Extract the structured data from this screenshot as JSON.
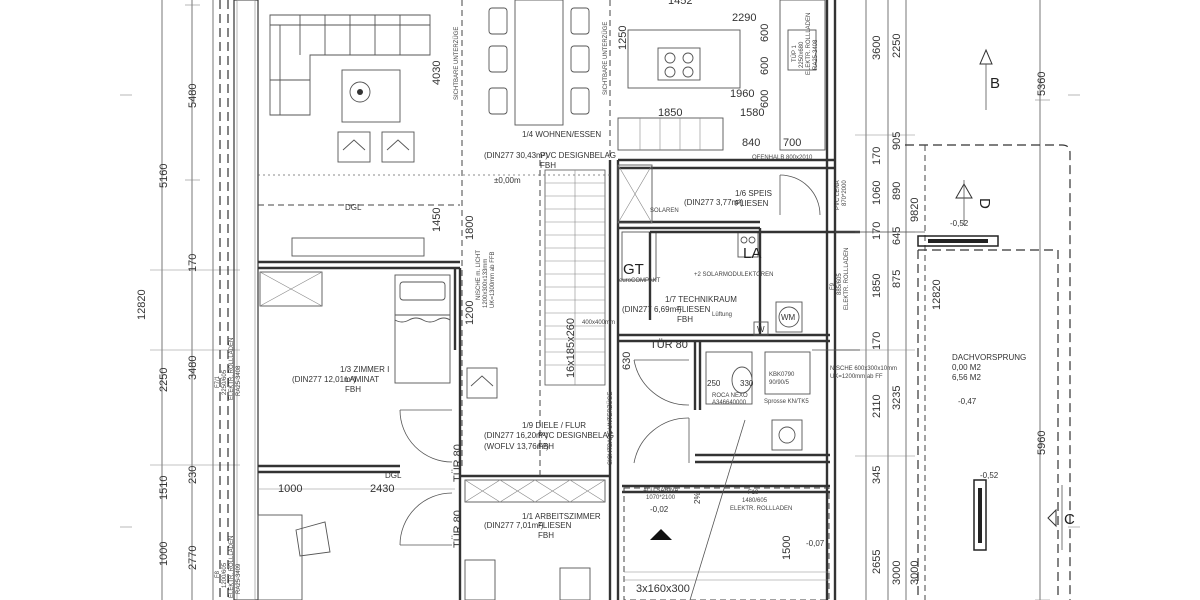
{
  "rooms": {
    "wohnen": {
      "name": "1/4  WOHNEN/ESSEN",
      "area": "(DIN277 30,43m²)",
      "floor": "PVC DESIGNBELAG",
      "heat": "FBH"
    },
    "speis": {
      "name": "1/6  SPEIS",
      "area": "(DIN277 3,77m²)",
      "floor": "FLIESEN"
    },
    "technik": {
      "name": "1/7  TECHNIKRAUM",
      "area": "(DIN277 6,69m²)",
      "floor": "FLIESEN",
      "heat": "FBH"
    },
    "zimmer": {
      "name": "1/3  ZIMMER I",
      "area": "(DIN277 12,01m²)",
      "floor": "LAMINAT",
      "heat": "FBH"
    },
    "diele": {
      "name": "1/9  DIELE / FLUR",
      "area": "(DIN277 16,20m²)",
      "floor": "PVC DESIGNBELAG",
      "wofl": "(WOFLV 13,76m²)",
      "heat": "FBH"
    },
    "arbeit": {
      "name": "1/1  ARBEITSZIMMER",
      "area": "(DIN277 7,01m²)",
      "floor": "FLIESEN",
      "heat": "FBH"
    },
    "dach": {
      "name": "DACHVORSPRUNG",
      "area1": "0,00 M2",
      "area2": "6,56 M2"
    }
  },
  "dims_left": [
    "5480",
    "5160",
    "12820",
    "170",
    "2250",
    "3480",
    "1510",
    "230",
    "2770",
    "1000"
  ],
  "dims_right": [
    "3600",
    "2250",
    "5360",
    "905",
    "170",
    "890",
    "1060",
    "9820",
    "170",
    "645",
    "875",
    "1850",
    "12820",
    "170",
    "3235",
    "2110",
    "345",
    "2655",
    "3000",
    "3000",
    "5960"
  ],
  "dims_inner": [
    "4030",
    "1450",
    "1800",
    "1200",
    "2290",
    "1960",
    "1580",
    "1850",
    "840",
    "700",
    "600",
    "600",
    "600",
    "1000",
    "2430",
    "630",
    "1500",
    "1250",
    "1452"
  ],
  "labels": {
    "level": "±0,00m",
    "dgl1": "DGL",
    "dgl2": "DGL",
    "tuer80_1": "TÜR 80",
    "tuer80_2": "TÜR 80",
    "tuer80_3": "TÜR 80",
    "stairs1": "16x185x260",
    "stairs2": "3x160x300",
    "sichtbare1": "SICHTBARE UNTERZÜGE",
    "sichtbare2": "SICHTBARE UNTERZÜGE",
    "sichtbare3": "SICHTBARE UNTERZÜGE",
    "solaren": "SOLAREN",
    "gt": "GT",
    "la": "LA",
    "wm": "WM",
    "w": "W",
    "kompakt": "euroCOMPAKT",
    "solarmodul": "+2 SOLARMODULEKTOREN",
    "lueftung": "Lüftung",
    "nische1": "NISCHE m. LICHT",
    "nische1b": "1200x300x133mm",
    "nische1c": "UK=1300mm ab FFB",
    "nische2": "NISCHE 600x300x10mm",
    "nische2b": "UK=1200mm ab FF",
    "unit400": "400x400mm",
    "roca": "ROCA NEXO",
    "roca2": "A346640000",
    "kbk": "KBK0790",
    "kbk2": "90/90/5",
    "size250": "250",
    "size330": "330",
    "sprosse": "Sprosse KN/TK5",
    "f18": "F18",
    "f18b": "1480/605",
    "f18c": "ELEKTR. ROLLLADEN",
    "alu": "ALU SABINA",
    "alu2": "1070*2100",
    "pct": "2%",
    "lvl_a": "-0,02",
    "lvl_b": "-0,07",
    "lvl_c": "-0,52",
    "lvl_d": "-0,47",
    "lvl_e": "-0,52",
    "f9": "F9",
    "f9b": "885/605",
    "f9c": "ELEKTR. ROLLLADEN",
    "pvc": "PVC LENA",
    "pvc2": "870*2000",
    "f7": "F7/1",
    "f7b": "2250/605",
    "f7c": "ELEKTR. ROLLLADEN",
    "f7d": "RA25-3408",
    "f8": "F8",
    "f8b": "1200/605",
    "f8c": "ELEKTR. ROLLLADEN",
    "f8d": "RA25-3409",
    "tmp": "TÜP 1",
    "tmp2": "2250x680",
    "tmp3": "ELEKTR. ROLLLADEN",
    "tmp4": "RA25-3408",
    "ofen": "OFENHALB 800x2010",
    "sect_b": "B",
    "sect_d": "D",
    "sect_c": "C"
  },
  "colors": {
    "line": "#333333",
    "paper": "#ffffff",
    "fill": "#111111"
  }
}
